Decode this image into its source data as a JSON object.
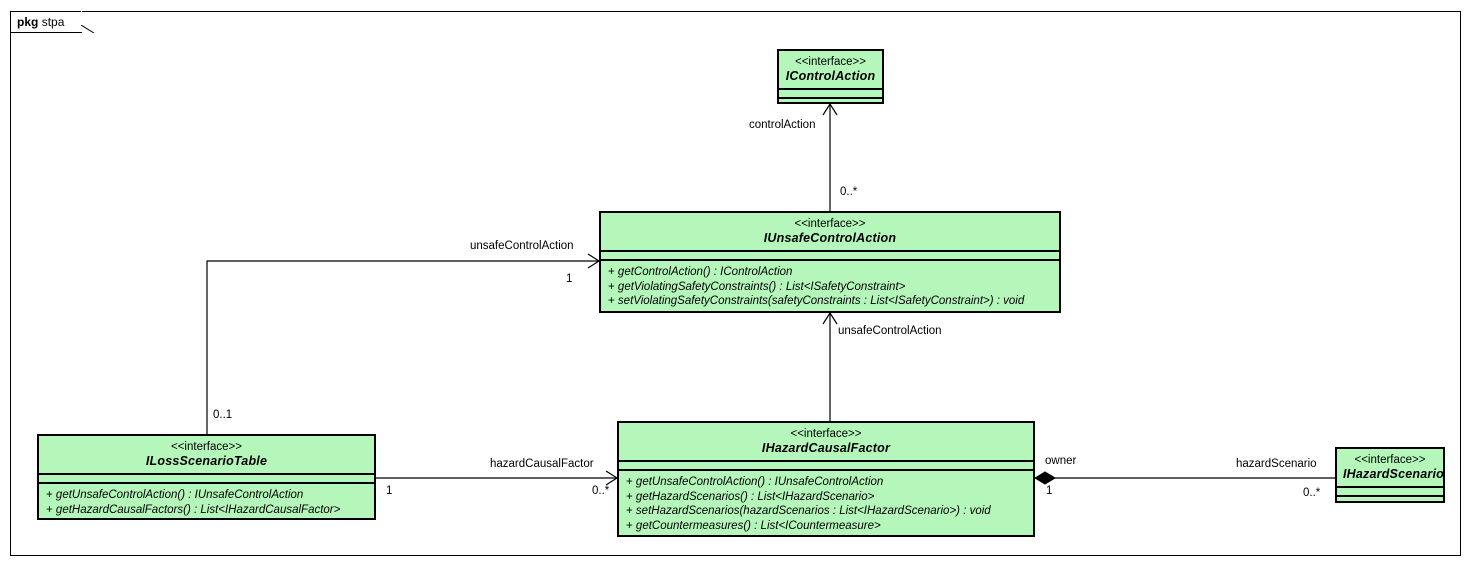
{
  "diagram": {
    "kind": "uml-class-diagram",
    "package_keyword": "pkg",
    "package_name": "stpa",
    "fill_color": "#b5f7bb",
    "line_color": "#000000",
    "background": "#ffffff"
  },
  "classes": [
    {
      "id": "control-action",
      "stereotype": "<<interface>>",
      "name": "IControlAction",
      "attributes": [],
      "operations": []
    },
    {
      "id": "unsafe-control-action",
      "stereotype": "<<interface>>",
      "name": "IUnsafeControlAction",
      "attributes": [],
      "operations": [
        {
          "visibility": "+",
          "signature": "getControlAction() : IControlAction"
        },
        {
          "visibility": "+",
          "signature": "getViolatingSafetyConstraints() : List<ISafetyConstraint>"
        },
        {
          "visibility": "+",
          "signature": "setViolatingSafetyConstraints(safetyConstraints : List<ISafetyConstraint>) : void"
        }
      ]
    },
    {
      "id": "loss-scenario-table",
      "stereotype": "<<interface>>",
      "name": "ILossScenarioTable",
      "attributes": [],
      "operations": [
        {
          "visibility": "+",
          "signature": "getUnsafeControlAction() : IUnsafeControlAction"
        },
        {
          "visibility": "+",
          "signature": "getHazardCausalFactors() : List<IHazardCausalFactor>"
        }
      ]
    },
    {
      "id": "hazard-causal-factor",
      "stereotype": "<<interface>>",
      "name": "IHazardCausalFactor",
      "attributes": [],
      "operations": [
        {
          "visibility": "+",
          "signature": "getUnsafeControlAction() : IUnsafeControlAction"
        },
        {
          "visibility": "+",
          "signature": "getHazardScenarios() : List<IHazardScenario>"
        },
        {
          "visibility": "+",
          "signature": "setHazardScenarios(hazardScenarios : List<IHazardScenario>) : void"
        },
        {
          "visibility": "+",
          "signature": "getCountermeasures() : List<ICountermeasure>"
        }
      ]
    },
    {
      "id": "hazard-scenario",
      "stereotype": "<<interface>>",
      "name": "IHazardScenario",
      "attributes": [],
      "operations": []
    }
  ],
  "associations": [
    {
      "id": "uca-to-ca",
      "source": "unsafe-control-action",
      "target": "control-action",
      "role_label": "controlAction",
      "source_multiplicity": "0..*",
      "target_multiplicity": "",
      "arrow": "open",
      "aggregation": "none"
    },
    {
      "id": "lst-to-uca",
      "source": "loss-scenario-table",
      "target": "unsafe-control-action",
      "role_label": "unsafeControlAction",
      "source_multiplicity": "0..1",
      "target_multiplicity": "1",
      "arrow": "open",
      "aggregation": "none"
    },
    {
      "id": "hcf-to-uca",
      "source": "hazard-causal-factor",
      "target": "unsafe-control-action",
      "role_label": "unsafeControlAction",
      "source_multiplicity": "",
      "target_multiplicity": "",
      "arrow": "open",
      "aggregation": "none"
    },
    {
      "id": "lst-to-hcf",
      "source": "loss-scenario-table",
      "target": "hazard-causal-factor",
      "role_label": "hazardCausalFactor",
      "source_multiplicity": "1",
      "target_multiplicity": "0..*",
      "arrow": "open",
      "aggregation": "none"
    },
    {
      "id": "hcf-to-hs",
      "source": "hazard-causal-factor",
      "target": "hazard-scenario",
      "role_label": "hazardScenario",
      "owner_label": "owner",
      "source_multiplicity": "1",
      "target_multiplicity": "0..*",
      "arrow": "none",
      "aggregation": "composite"
    }
  ],
  "labels": {
    "control_action": "controlAction",
    "unsafe_control_action_left": "unsafeControlAction",
    "unsafe_control_action_bottom": "unsafeControlAction",
    "hazard_causal_factor": "hazardCausalFactor",
    "owner": "owner",
    "hazard_scenario": "hazardScenario",
    "mult_zero_many_top": "0..*",
    "mult_one_uca": "1",
    "mult_zero_one": "0..1",
    "mult_one_lst": "1",
    "mult_zero_many_hcf": "0..*",
    "mult_one_owner": "1",
    "mult_zero_many_hs": "0..*"
  }
}
